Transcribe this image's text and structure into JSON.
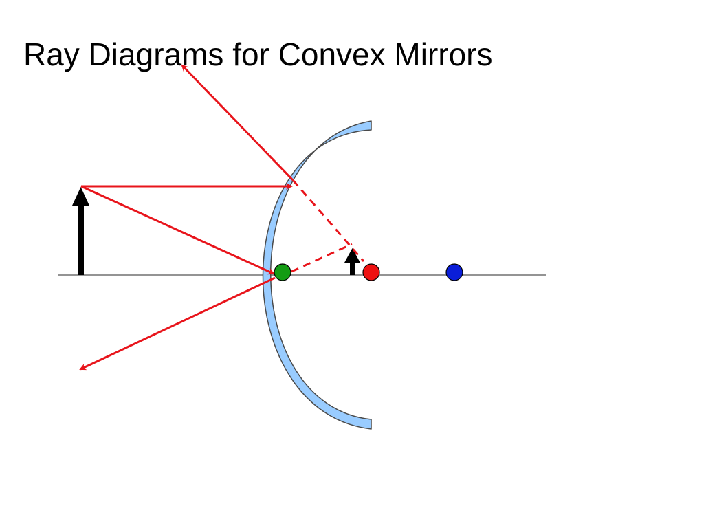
{
  "slide": {
    "title": "Ray Diagrams for Convex Mirrors"
  },
  "diagram": {
    "elements": {
      "principal_axis": "line",
      "object": "upright-arrow",
      "image": "small-upright-arrow (virtual, behind mirror)",
      "mirror": "convex-mirror",
      "vertex_point": "green-dot",
      "focal_point": "red-dot",
      "center_of_curvature": "blue-dot"
    },
    "colors": {
      "ray": "#e8141b",
      "mirror_fill": "#99ccff",
      "mirror_stroke": "#4a4a4a",
      "axis": "#555555",
      "object": "#000000",
      "vertex_dot": "#139c13",
      "focal_dot": "#ee1111",
      "center_dot": "#0a1ed8"
    },
    "rays": {
      "ray_1": "parallel-to-axis, reflects as if from focal point",
      "ray_2": "toward vertex, reflects symmetrically about axis"
    }
  }
}
